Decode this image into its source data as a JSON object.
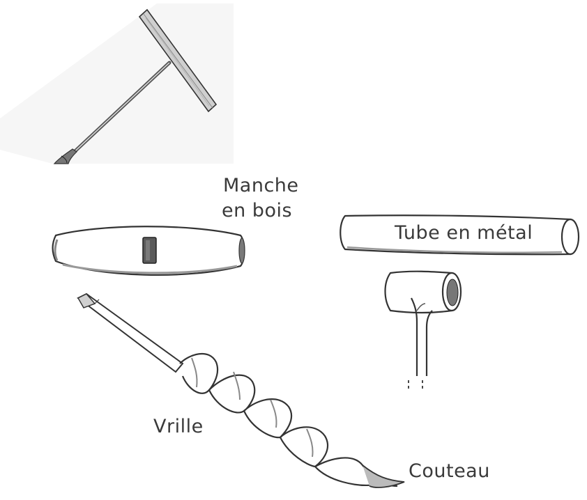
{
  "labels": {
    "manche_line1": "Manche",
    "manche_line2": "en bois",
    "tube": "Tube en métal",
    "vrille": "Vrille",
    "couteau": "Couteau"
  },
  "colors": {
    "ink": "#3a3a3a",
    "shade": "#8a8a8a",
    "paper": "#ffffff",
    "photo_bg": "#f6f6f6"
  }
}
